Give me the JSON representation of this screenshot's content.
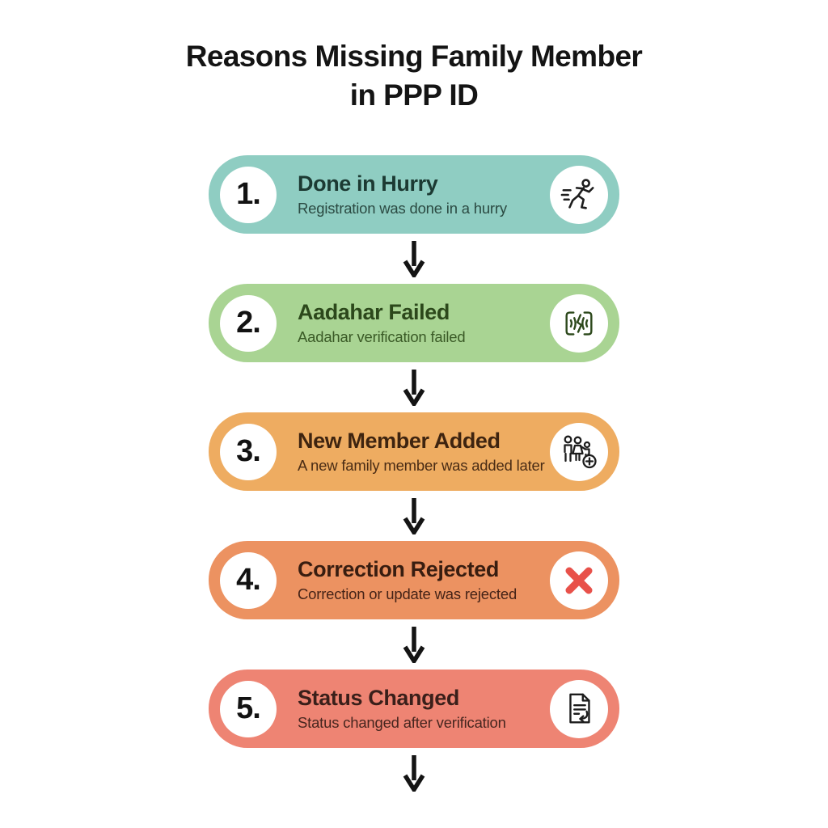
{
  "title": {
    "line1": "Reasons Missing Family Member",
    "line2": "in PPP ID",
    "color": "#141414"
  },
  "arrow": {
    "name": "down-arrow-icon",
    "color": "#141414"
  },
  "steps": [
    {
      "number": "1.",
      "title": "Done in Hurry",
      "subtitle": "Registration was done in a hurry",
      "icon": "running-person-icon",
      "bg": "#8fcdc2",
      "title_color": "#1c3a33",
      "subtitle_color": "#2b4a42",
      "icon_color": "#1d1d1d"
    },
    {
      "number": "2.",
      "title": "Aadahar Failed",
      "subtitle": "Aadahar verification failed",
      "icon": "aadhaar-scan-failed-icon",
      "bg": "#a9d493",
      "title_color": "#2c481b",
      "subtitle_color": "#3a5a26",
      "icon_color": "#2c481b"
    },
    {
      "number": "3.",
      "title": "New Member Added",
      "subtitle": "A new family member was added later",
      "icon": "family-add-icon",
      "bg": "#eeac61",
      "title_color": "#3e2410",
      "subtitle_color": "#4a2c15",
      "icon_color": "#1d1d1d"
    },
    {
      "number": "4.",
      "title": "Correction Rejected",
      "subtitle": "Correction or update was rejected",
      "icon": "rejected-x-icon",
      "bg": "#ec9261",
      "title_color": "#381d10",
      "subtitle_color": "#452317",
      "icon_color": "#e8514a"
    },
    {
      "number": "5.",
      "title": "Status Changed",
      "subtitle": "Status changed after verification",
      "icon": "document-status-icon",
      "bg": "#ee8473",
      "title_color": "#3a1f1a",
      "subtitle_color": "#47261f",
      "icon_color": "#1d1d1d"
    }
  ]
}
